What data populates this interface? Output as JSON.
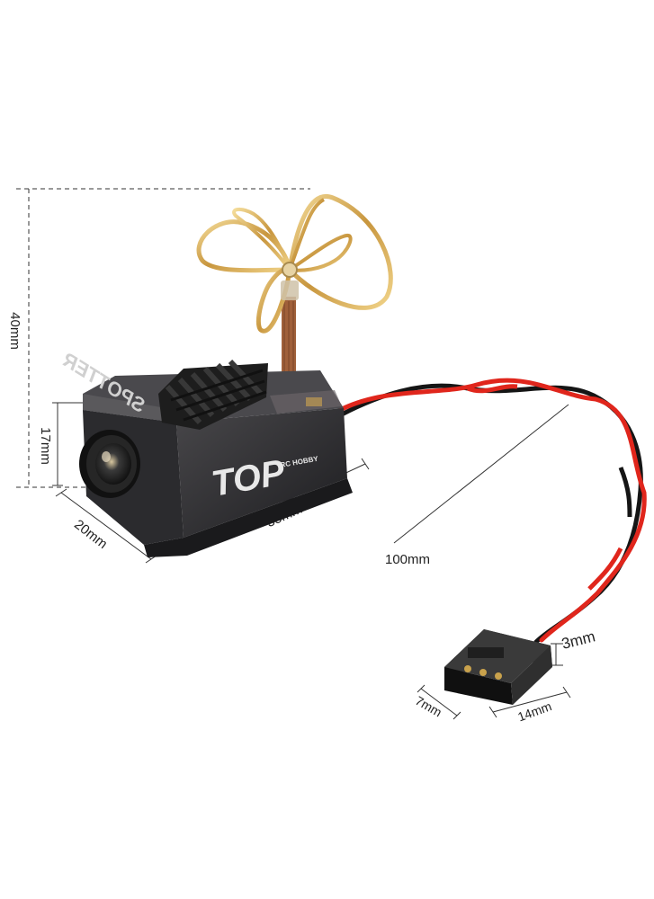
{
  "product": {
    "brand_label": "SPOTTER",
    "logo_main": "TOP",
    "logo_sub": "RC HOBBY"
  },
  "dimensions": {
    "height_total": "40mm",
    "height_body": "17mm",
    "width": "20mm",
    "length": "35mm",
    "cable_length": "100mm",
    "connector_height": "3mm",
    "connector_width": "7mm",
    "connector_length": "14mm"
  },
  "colors": {
    "background": "#ffffff",
    "case": "#2b2b2d",
    "heatsink": "#1b1b1b",
    "antenna_gold": "#d8b066",
    "wire_red": "#e0261c",
    "wire_black": "#151515"
  }
}
